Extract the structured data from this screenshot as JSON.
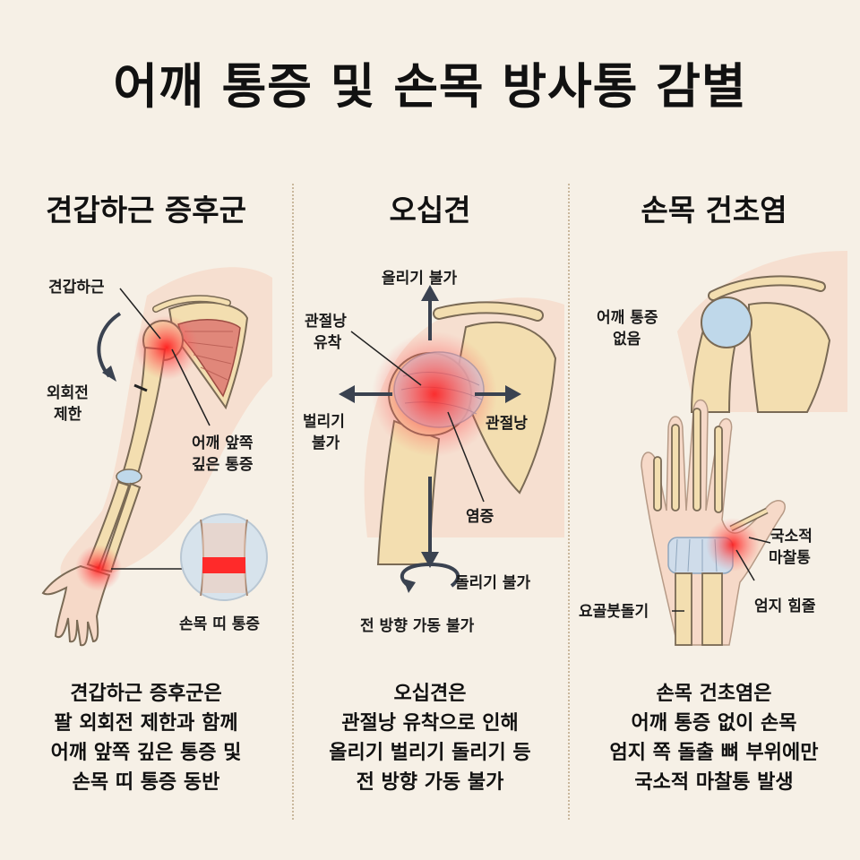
{
  "title": "어깨 통증 및 손목 방사통 감별",
  "columns": [
    {
      "title": "견갑하근 증후군",
      "labels": {
        "muscle": "견갑하근",
        "rotation_1": "외회전",
        "rotation_2": "제한",
        "pain_1": "어깨 앞쪽",
        "pain_2": "깊은 통증",
        "wrist": "손목 띠 통증"
      },
      "summary": [
        "견갑하근 증후군은",
        "팔 외회전 제한과 함께",
        "어깨 앞쪽 깊은 통증 및",
        "손목 띠 통증 동반"
      ]
    },
    {
      "title": "오십견",
      "labels": {
        "raise": "올리기 불가",
        "adhesion_1": "관절낭",
        "adhesion_2": "유착",
        "spread_1": "벌리기",
        "spread_2": "불가",
        "capsule": "관절낭",
        "inflammation": "염증",
        "rotate": "돌리기 불가",
        "all": "전 방향 가동 불가"
      },
      "summary": [
        "오십견은",
        "관절낭 유착으로 인해",
        "올리기 벌리기 돌리기 등",
        "전 방향 가동 불가"
      ]
    },
    {
      "title": "손목 건초염",
      "labels": {
        "no_pain_1": "어깨 통증",
        "no_pain_2": "없음",
        "friction_1": "국소적",
        "friction_2": "마찰통",
        "styloid": "요골붓돌기",
        "tendon": "엄지 힘줄"
      },
      "summary": [
        "손목 건초염은",
        "어깨 통증 없이 손목",
        "엄지 쪽 돌출 뼈 부위에만",
        "국소적 마찰통 발생"
      ]
    }
  ],
  "colors": {
    "background": "#f6f0e6",
    "bone": "#f3deb0",
    "pain": "#ff2a2a",
    "muscle": "#e0877a",
    "cartilage": "#bfd8ea",
    "arrow": "#3a4250"
  }
}
